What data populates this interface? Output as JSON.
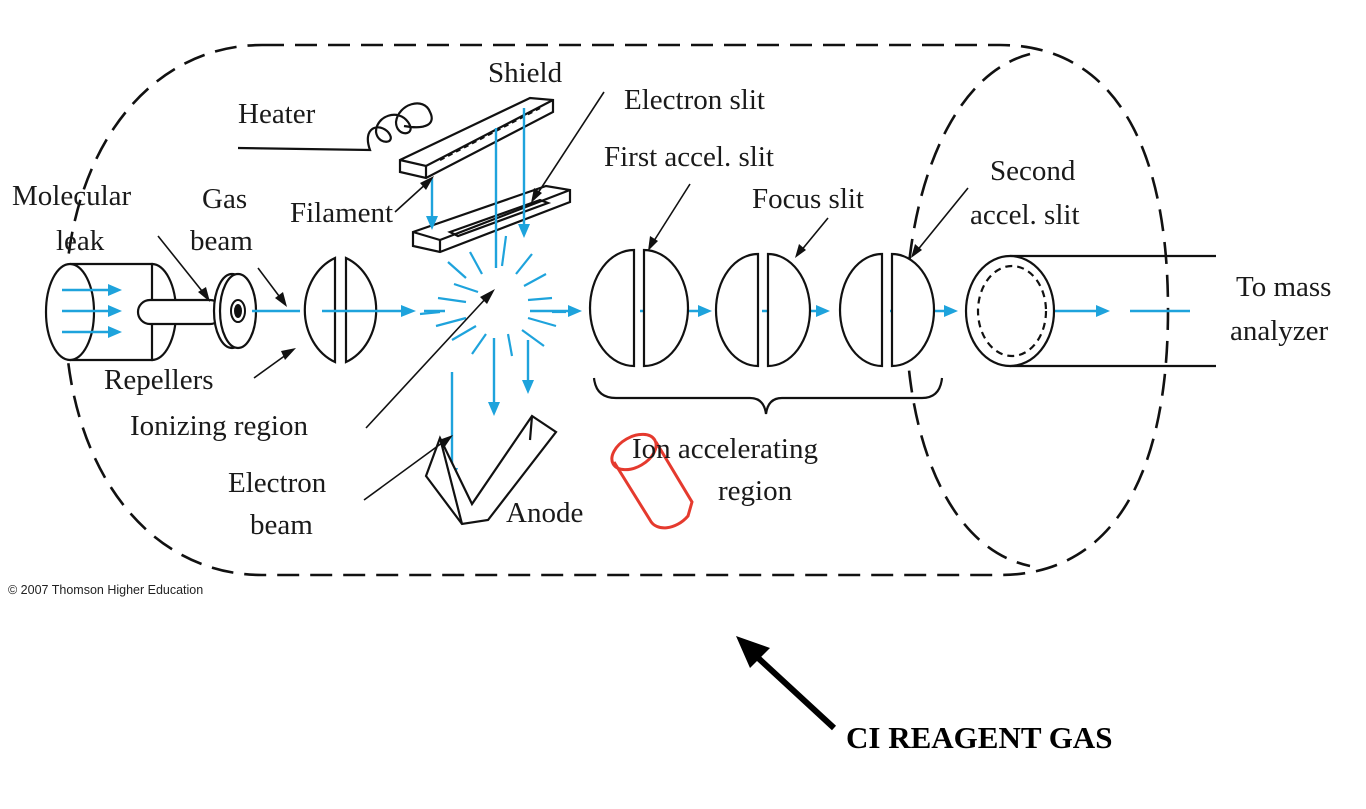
{
  "labels": {
    "shield": "Shield",
    "heater": "Heater",
    "electron_slit": "Electron slit",
    "first_accel_slit": "First accel. slit",
    "molecular": "Molecular",
    "leak": "leak",
    "gas": "Gas",
    "beam_gas": "beam",
    "filament": "Filament",
    "focus_slit": "Focus slit",
    "second": "Second",
    "accel_slit": "accel. slit",
    "to_mass": "To mass",
    "analyzer": "analyzer",
    "repellers": "Repellers",
    "ionizing_region": "Ionizing region",
    "electron": "Electron",
    "beam_electron": "beam",
    "anode": "Anode",
    "ion_accelerating": "Ion accelerating",
    "region": "region"
  },
  "copyright": "© 2007 Thomson Higher Education",
  "annotation": {
    "text": "CI REAGENT GAS"
  },
  "colors": {
    "beam": "#1ea3dc",
    "ink": "#111111",
    "marker": "#e53a2e"
  }
}
